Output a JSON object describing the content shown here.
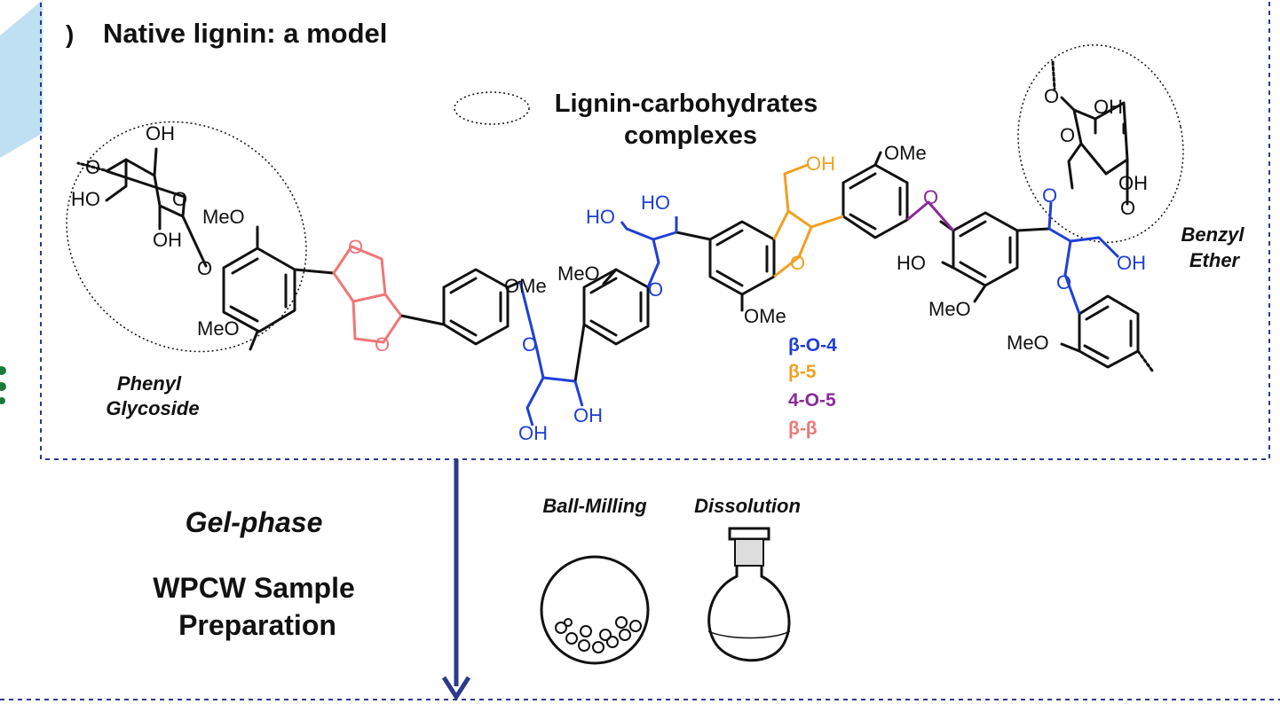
{
  "title": "Native lignin: a model",
  "title_prefix": ")",
  "legend_lcc": {
    "line1": "Lignin-carbohydrates",
    "line2": "complexes"
  },
  "labels": {
    "phenyl_glycoside_1": "Phenyl",
    "phenyl_glycoside_2": "Glycoside",
    "benzyl_ether_1": "Benzyl",
    "benzyl_ether_2": "Ether",
    "gel_phase": "Gel-phase",
    "wpcw_1": "WPCW Sample",
    "wpcw_2": "Preparation",
    "ball_milling": "Ball-Milling",
    "dissolution": "Dissolution"
  },
  "linkages": [
    {
      "label": "β-O-4",
      "color": "#1f3fd6"
    },
    {
      "label": "β-5",
      "color": "#f0a020"
    },
    {
      "label": "4-O-5",
      "color": "#8a2a9a"
    },
    {
      "label": "β-β",
      "color": "#ee7777"
    }
  ],
  "atoms": {
    "oh": "OH",
    "ho": "HO",
    "o": "O",
    "ome": "OMe",
    "meo": "MeO"
  },
  "colors": {
    "frame": "#2b3a8c",
    "arrow": "#2b3a8c",
    "beta_o4": "#1f3fd6",
    "beta5": "#f0a020",
    "four_o5": "#8a2a9a",
    "beta_beta": "#ee7777",
    "bond": "#111111",
    "accent_blue": "#bfe0f2"
  }
}
